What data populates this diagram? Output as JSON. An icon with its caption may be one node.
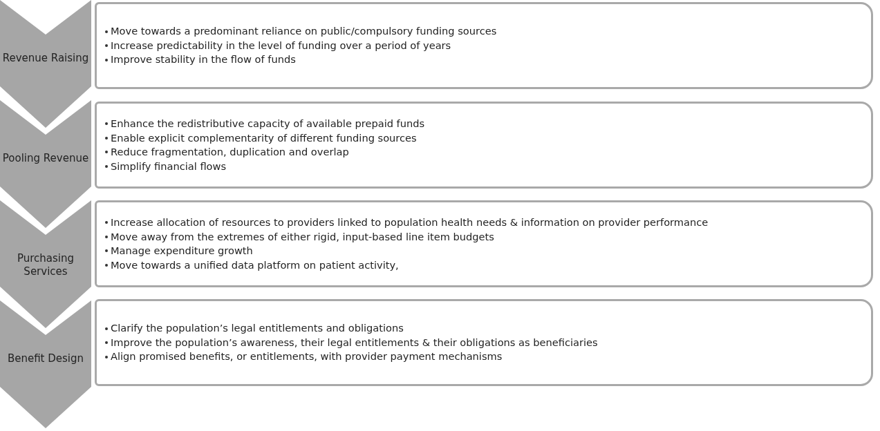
{
  "diagram": {
    "nodes": [
      {
        "text": [
          "Revenue Raising"
        ]
      },
      {
        "text": [
          "Move towards a predominant reliance on public/compulsory funding sources",
          "Increase predictability in the level of funding over a period of years",
          "Improve stability in the flow of funds"
        ]
      },
      {
        "text": [
          "Pooling Revenue"
        ]
      },
      {
        "text": [
          "Enhance the redistributive capacity of available prepaid funds",
          "Enable explicit complementarity of different funding sources",
          "Reduce fragmentation, duplication and overlap",
          "Simplify financial flows"
        ]
      },
      {
        "text": [
          "Purchasing Services"
        ]
      },
      {
        "text": [
          "Increase allocation of resources to providers linked to population health needs & information on provider performance",
          "Move away from the extremes of either rigid, input-based line item budgets",
          "Manage expenditure growth",
          "Move towards a unified data platform on patient activity,"
        ]
      },
      {
        "text": [
          "Benefit Design"
        ]
      },
      {
        "text": [
          "Clarify the population’s legal entitlements and obligations",
          "Improve the population’s awareness, their legal entitlements & their obligations as beneficiaries",
          "Align promised benefits, or entitlements, with provider payment mechanisms"
        ]
      }
    ]
  }
}
